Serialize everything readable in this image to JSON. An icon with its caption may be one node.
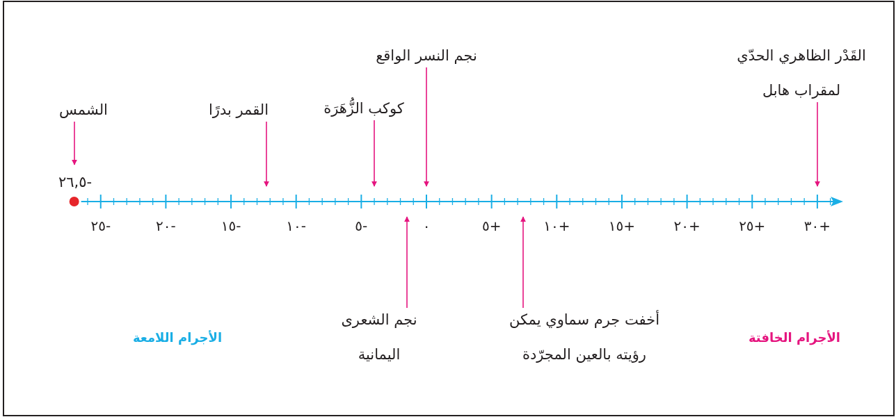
{
  "diagram": {
    "nodes": [
      {
        "text": [
          "الشمس"
        ]
      },
      {
        "text": [
          "-٢٦,٥"
        ]
      },
      {
        "text": [
          "القمر بدرًا"
        ]
      },
      {
        "text": [
          "كوكب الزُّهَرَة"
        ]
      },
      {
        "text": [
          "نجم النسر الواقع"
        ]
      },
      {
        "text": [
          "القَدْر الظاهري الحدّي لمقراب هابل"
        ]
      },
      {
        "text": [
          "نجم الشعرى اليمانية"
        ]
      },
      {
        "text": [
          "أخفت جرم سماوي يمكن رؤيته بالعين المجرّدة"
        ]
      }
    ],
    "edges": [
      {
        "from": 0,
        "to": 1,
        "arrow": "to"
      },
      {
        "from": 2,
        "to": null,
        "arrow": "to"
      },
      {
        "from": 3,
        "to": null,
        "arrow": "to"
      },
      {
        "from": 4,
        "to": null,
        "arrow": "to"
      },
      {
        "from": 5,
        "to": null,
        "arrow": "to"
      },
      {
        "from": 6,
        "to": null,
        "arrow": "to"
      },
      {
        "from": 7,
        "to": null,
        "arrow": "to"
      }
    ],
    "labels": [
      "-٢٥",
      "-٢٠",
      "-١٥",
      "-١٠",
      "-٥",
      "٠",
      "+٥",
      "+١٠",
      "+١٥",
      "+٢٠",
      "+٢٥",
      "+٣٠",
      "الأجرام اللامعة",
      "الأجرام الخافتة"
    ]
  }
}
